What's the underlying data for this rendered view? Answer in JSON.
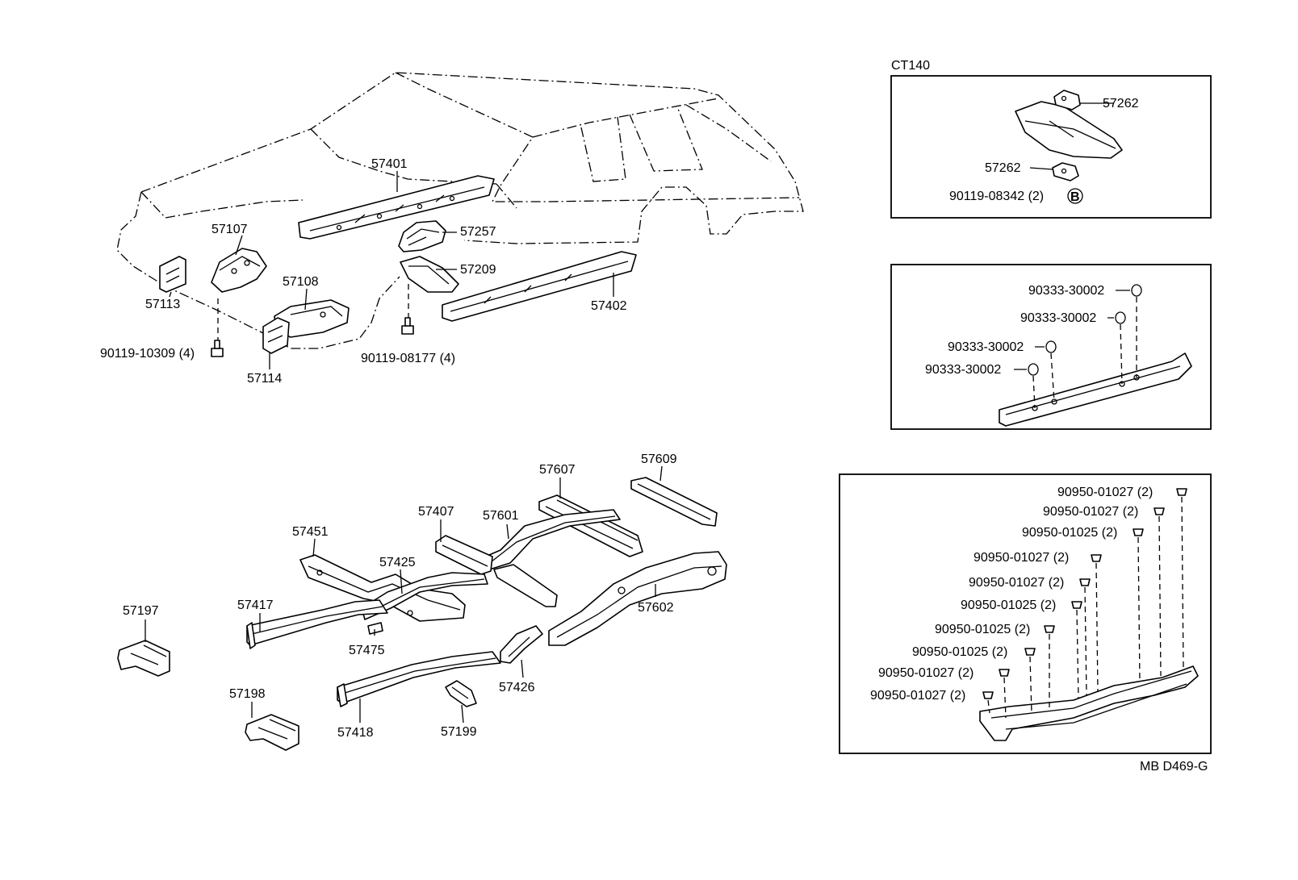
{
  "labels": {
    "p57401": "57401",
    "p57107": "57107",
    "p57257": "57257",
    "p57209": "57209",
    "p57108": "57108",
    "p57113": "57113",
    "p57402": "57402",
    "p57114": "57114",
    "b90119_10309": "90119-10309 (4)",
    "b90119_08177": "90119-08177 (4)",
    "p57607": "57607",
    "p57609": "57609",
    "p57407": "57407",
    "p57601": "57601",
    "p57451": "57451",
    "p57425": "57425",
    "p57197": "57197",
    "p57417": "57417",
    "p57602": "57602",
    "p57475": "57475",
    "p57426": "57426",
    "p57198": "57198",
    "p57418": "57418",
    "p57199": "57199"
  },
  "ct140_box": {
    "title": "CT140",
    "upper_mount": "57262",
    "lower_mount": "57262",
    "bolt": "90119-08342 (2)",
    "bolt_marker": "B"
  },
  "plug_box_1": {
    "plugs": [
      "90333-30002",
      "90333-30002",
      "90333-30002",
      "90333-30002"
    ]
  },
  "plug_box_2": {
    "plugs": [
      "90950-01027 (2)",
      "90950-01027 (2)",
      "90950-01025 (2)",
      "90950-01027 (2)",
      "90950-01027 (2)",
      "90950-01025 (2)",
      "90950-01025 (2)",
      "90950-01025 (2)",
      "90950-01027 (2)",
      "90950-01027 (2)"
    ]
  },
  "footer": {
    "code": "MB D469-G"
  }
}
